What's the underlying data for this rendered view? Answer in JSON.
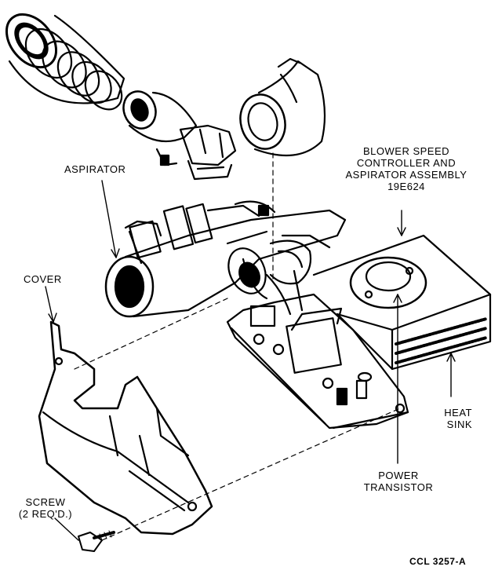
{
  "labels": {
    "aspirator": "ASPIRATOR",
    "assembly": [
      "BLOWER SPEED",
      "CONTROLLER AND",
      "ASPIRATOR ASSEMBLY",
      "19E624"
    ],
    "cover": "COVER",
    "heat_sink": [
      "HEAT",
      "SINK"
    ],
    "power_transistor": [
      "POWER",
      "TRANSISTOR"
    ],
    "screw": [
      "SCREW",
      "(2 REQ'D.)"
    ],
    "figure_code": "CCL 3257-A"
  }
}
